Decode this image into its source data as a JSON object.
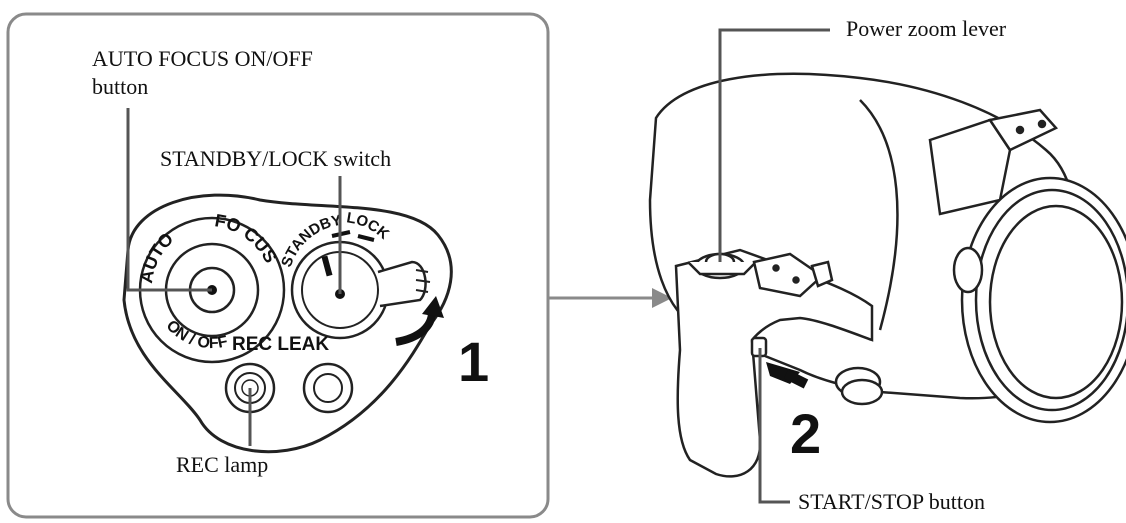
{
  "labels": {
    "auto_focus_line1": "AUTO FOCUS ON/OFF",
    "auto_focus_line2": "button",
    "standby_lock": "STANDBY/LOCK switch",
    "rec_lamp": "REC lamp",
    "power_zoom": "Power zoom lever",
    "start_stop": "START/STOP button"
  },
  "dial_text": {
    "auto": "AUTO",
    "focus": "FO CUS",
    "onoff": "ON / OFF",
    "standby": "STANDBY",
    "lock": "LOCK",
    "rec_leak": "REC LEAK"
  },
  "steps": {
    "step1": "1",
    "step2": "2"
  }
}
